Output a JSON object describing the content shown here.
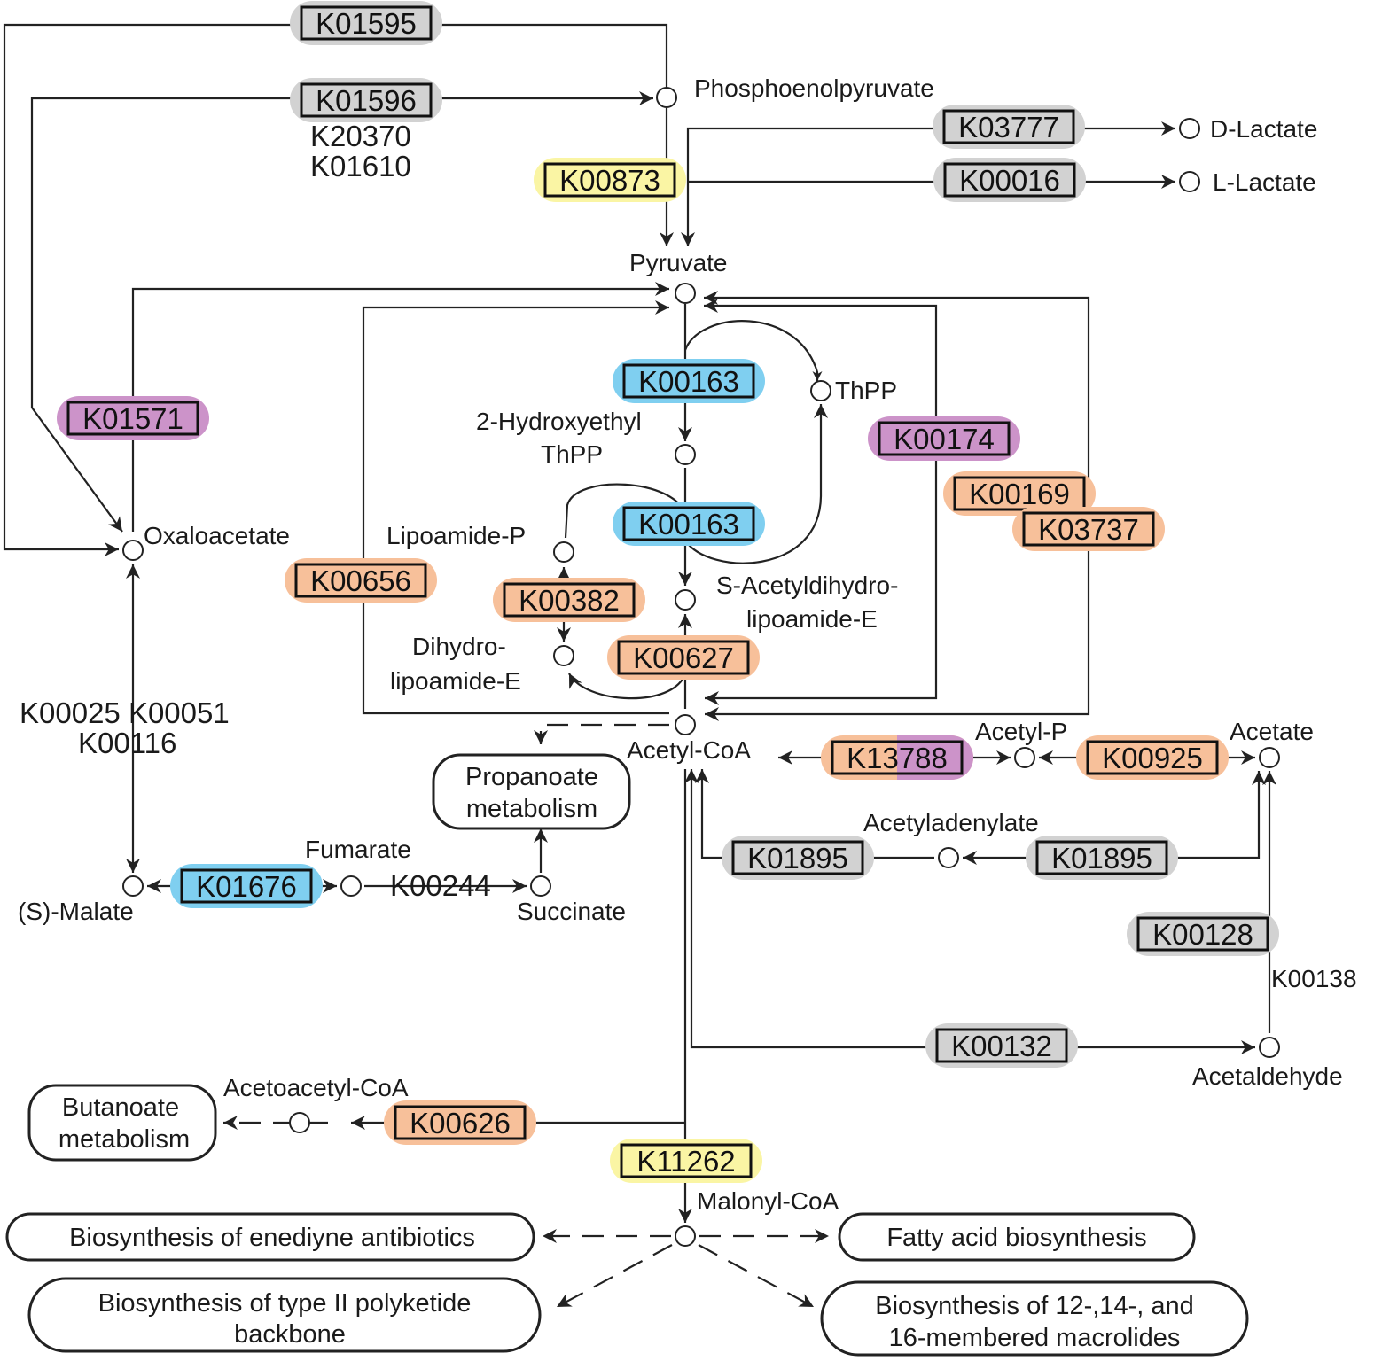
{
  "colors": {
    "gray": "#d2d2d2",
    "yellow": "#faf5a4",
    "blue": "#7fcff0",
    "orange": "#f7c09a",
    "purple": "#cc93c9",
    "line": "#222222"
  },
  "enzymes": {
    "K01595": "K01595",
    "K01596": "K01596",
    "K03777": "K03777",
    "K00016": "K00016",
    "K00873": "K00873",
    "K00163_a": "K00163",
    "K00163_b": "K00163",
    "K01571": "K01571",
    "K00174": "K00174",
    "K00169": "K00169",
    "K03737": "K03737",
    "K00656": "K00656",
    "K00382": "K00382",
    "K00627": "K00627",
    "K13788": "K13788",
    "K00925": "K00925",
    "K01895_a": "K01895",
    "K01895_b": "K01895",
    "K01676": "K01676",
    "K00128": "K00128",
    "K00132": "K00132",
    "K00626": "K00626",
    "K11262": "K11262"
  },
  "plain_kos": {
    "K20370": "K20370",
    "K01610": "K01610",
    "K00025_K00051": "K00025 K00051",
    "K00116": "K00116",
    "K00244": "K00244",
    "K00138": "K00138"
  },
  "compounds": {
    "phosphoenolpyruvate": "Phosphoenolpyruvate",
    "d_lactate": "D-Lactate",
    "l_lactate": "L-Lactate",
    "pyruvate": "Pyruvate",
    "thpp": "ThPP",
    "hydroxyethyl_1": "2-Hydroxyethyl",
    "hydroxyethyl_2": "ThPP",
    "oxaloacetate": "Oxaloacetate",
    "lipoamide_p": "Lipoamide-P",
    "s_acetyl_1": "S-Acetyldihydro-",
    "s_acetyl_2": "lipoamide-E",
    "dihydro_1": "Dihydro-",
    "dihydro_2": "lipoamide-E",
    "acetyl_coa": "Acetyl-CoA",
    "acetyl_p": "Acetyl-P",
    "acetate": "Acetate",
    "acetyladenylate": "Acetyladenylate",
    "fumarate": "Fumarate",
    "s_malate": "(S)-Malate",
    "succinate": "Succinate",
    "acetaldehyde": "Acetaldehyde",
    "acetoacetyl_coa": "Acetoacetyl-CoA",
    "malonyl_coa": "Malonyl-CoA"
  },
  "maps": {
    "propanoate_1": "Propanoate",
    "propanoate_2": "metabolism",
    "butanoate_1": "Butanoate",
    "butanoate_2": "metabolism",
    "enediyne": "Biosynthesis of enediyne antibiotics",
    "fatty_acid": "Fatty acid biosynthesis",
    "polyketide_1": "Biosynthesis of type II polyketide",
    "polyketide_2": "backbone",
    "macrolides_1": "Biosynthesis of 12-,14-, and",
    "macrolides_2": "16-membered macrolides"
  }
}
